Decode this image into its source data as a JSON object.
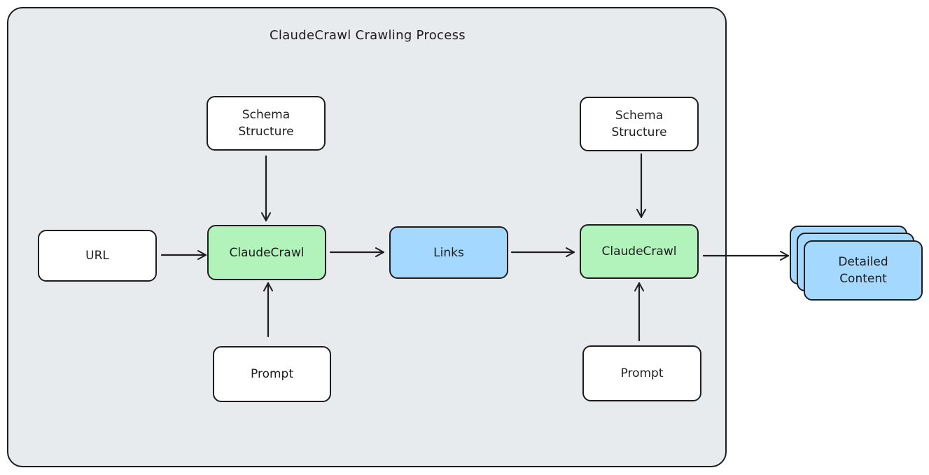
{
  "diagram": {
    "title": "ClaudeCrawl Crawling Process",
    "nodes": {
      "url": "URL",
      "schema_1": "Schema\nStructure",
      "claudecrawl_1": "ClaudeCrawl",
      "prompt_1": "Prompt",
      "links": "Links",
      "schema_2": "Schema\nStructure",
      "claudecrawl_2": "ClaudeCrawl",
      "prompt_2": "Prompt",
      "detailed_content": "Detailed\nContent"
    },
    "colors": {
      "frame_background": "#e8ebee",
      "node_white": "#ffffff",
      "node_green": "#b2f2bb",
      "node_blue": "#a5d8ff",
      "stroke": "#1e1e1e"
    }
  }
}
